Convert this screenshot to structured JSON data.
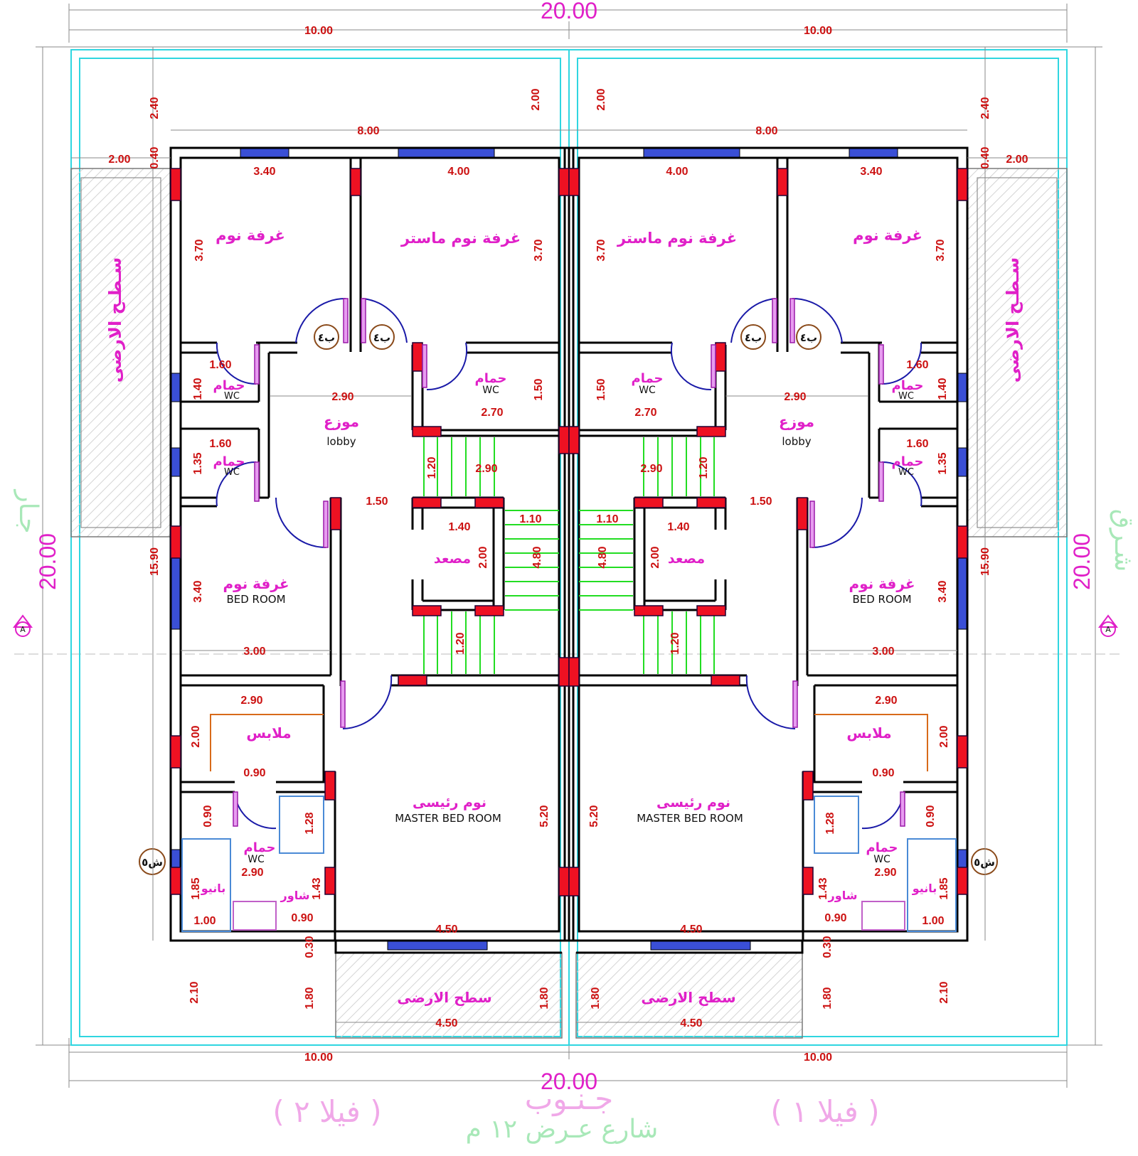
{
  "plan": {
    "overall": {
      "width": "20.00",
      "height": "20.00",
      "half": "10.00",
      "house_width": "8.00"
    },
    "rooms": {
      "bedroom_ar": "غرفة نوم",
      "master_ar": "غرفة نوم ماستر",
      "bathroom_ar": "حمام",
      "wc_en": "WC",
      "lobby_ar": "موزع",
      "lobby_en": "lobby",
      "elevator_ar": "مصعد",
      "bedroom_en": "BED ROOM",
      "closet_ar": "ملابس",
      "main_bedroom_ar": "نوم رئيسى",
      "master_bed_en": "MASTER BED ROOM",
      "bathtub_ar": "بانيو",
      "shower_ar": "شاور",
      "roof_ar": "سطح الارضى",
      "roof_side_ar": "سـطـح الارضى"
    },
    "tags": {
      "bath": "ب٤",
      "shower_tag": "ش٥"
    },
    "dims": {
      "d240": "2.40",
      "d040": "0.40",
      "d200": "2.00",
      "d340": "3.40",
      "d400": "4.00",
      "d370": "3.70",
      "d160": "1.60",
      "d140": "1.40",
      "d290": "2.90",
      "d270": "2.70",
      "d150": "1.50",
      "d135": "1.35",
      "d120": "1.20",
      "d110": "1.10",
      "d480": "4.80",
      "d1590": "15.90",
      "d300": "3.00",
      "d090": "0.90",
      "d128": "1.28",
      "d520": "5.20",
      "d185": "1.85",
      "d143": "1.43",
      "d100": "1.00",
      "d450": "4.50",
      "d030": "0.30",
      "d210": "2.10",
      "d180": "1.80"
    },
    "footer": {
      "villa2": "( فيلا ٢ )",
      "villa1": "( فيلا ١ )",
      "south": "جـنـوب",
      "street": "شارع عـرض ١٢ م",
      "west": "جـار",
      "east": "شـرق"
    },
    "section_mark": "A"
  }
}
